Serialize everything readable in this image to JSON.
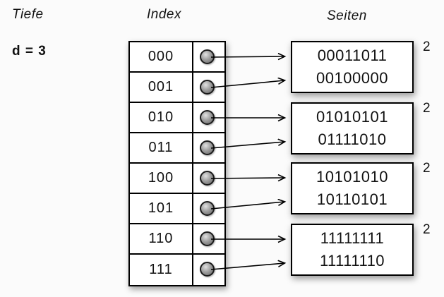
{
  "header": {
    "depth_label": "Tiefe",
    "index_label": "Index",
    "pages_label": "Seiten"
  },
  "global_depth": "d = 3",
  "index": {
    "entries": [
      "000",
      "001",
      "010",
      "011",
      "100",
      "101",
      "110",
      "111"
    ]
  },
  "pages": [
    {
      "values": [
        "00011011",
        "00100000"
      ],
      "local_depth": "2"
    },
    {
      "values": [
        "01010101",
        "01111010"
      ],
      "local_depth": "2"
    },
    {
      "values": [
        "10101010",
        "10110101"
      ],
      "local_depth": "2"
    },
    {
      "values": [
        "11111111",
        "11111110"
      ],
      "local_depth": "2"
    }
  ],
  "links": [
    {
      "entry": "000",
      "page": 0
    },
    {
      "entry": "001",
      "page": 0
    },
    {
      "entry": "010",
      "page": 1
    },
    {
      "entry": "011",
      "page": 1
    },
    {
      "entry": "100",
      "page": 2
    },
    {
      "entry": "101",
      "page": 2
    },
    {
      "entry": "110",
      "page": 3
    },
    {
      "entry": "111",
      "page": 3
    }
  ],
  "colors": {
    "ink": "#111111",
    "background": "#fbfbfb",
    "box_fill": "#ffffff"
  }
}
